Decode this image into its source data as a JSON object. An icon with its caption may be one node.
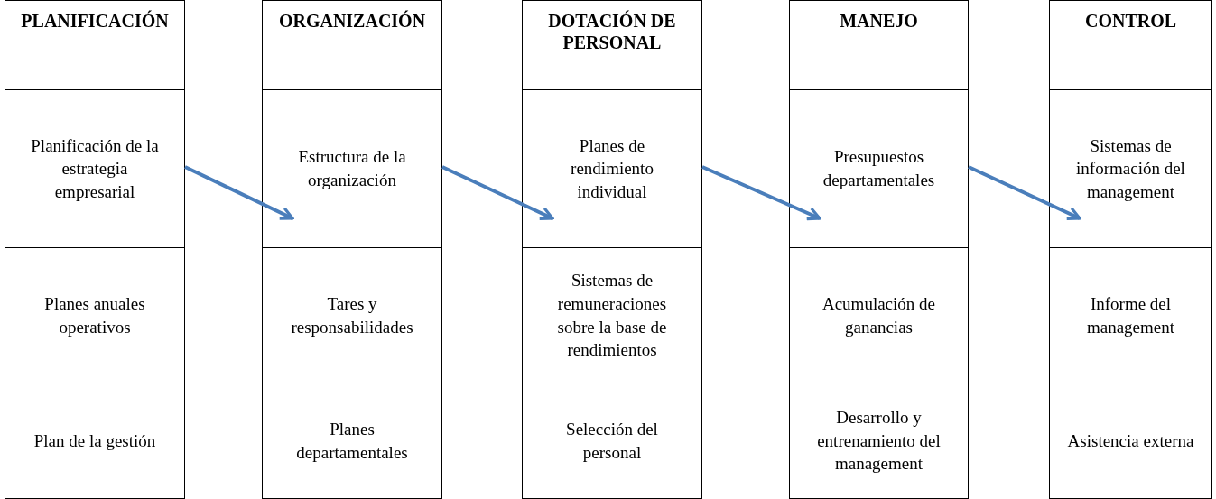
{
  "diagram": {
    "nodes": [
      {
        "text": [
          "PLANIFICACIÓN"
        ]
      },
      {
        "text": [
          "Planificación de la estrategia empresarial"
        ]
      },
      {
        "text": [
          "Planes anuales operativos"
        ]
      },
      {
        "text": [
          "Plan de la gestión"
        ]
      },
      {
        "text": [
          "ORGANIZACIÓN"
        ]
      },
      {
        "text": [
          "Estructura de la organización"
        ]
      },
      {
        "text": [
          "Tares y responsabilidades"
        ]
      },
      {
        "text": [
          "Planes departamentales"
        ]
      },
      {
        "text": [
          "DOTACIÓN DE PERSONAL"
        ]
      },
      {
        "text": [
          "Planes de rendimiento individual"
        ]
      },
      {
        "text": [
          "Sistemas de remuneraciones sobre la base de rendimientos"
        ]
      },
      {
        "text": [
          "Selección del personal"
        ]
      },
      {
        "text": [
          "MANEJO"
        ]
      },
      {
        "text": [
          "Presupuestos departamentales"
        ]
      },
      {
        "text": [
          "Acumulación de ganancias"
        ]
      },
      {
        "text": [
          "Desarrollo y entrenamiento del management"
        ]
      },
      {
        "text": [
          "CONTROL"
        ]
      },
      {
        "text": [
          "Sistemas de información del management"
        ]
      },
      {
        "text": [
          "Informe del management"
        ]
      },
      {
        "text": [
          "Asistencia externa"
        ]
      }
    ],
    "edges": [
      {
        "from": 1,
        "to": 5,
        "arrow": "to"
      },
      {
        "from": 5,
        "to": 9,
        "arrow": "to"
      },
      {
        "from": 9,
        "to": 13,
        "arrow": "to"
      },
      {
        "from": 13,
        "to": 17,
        "arrow": "to"
      }
    ]
  }
}
